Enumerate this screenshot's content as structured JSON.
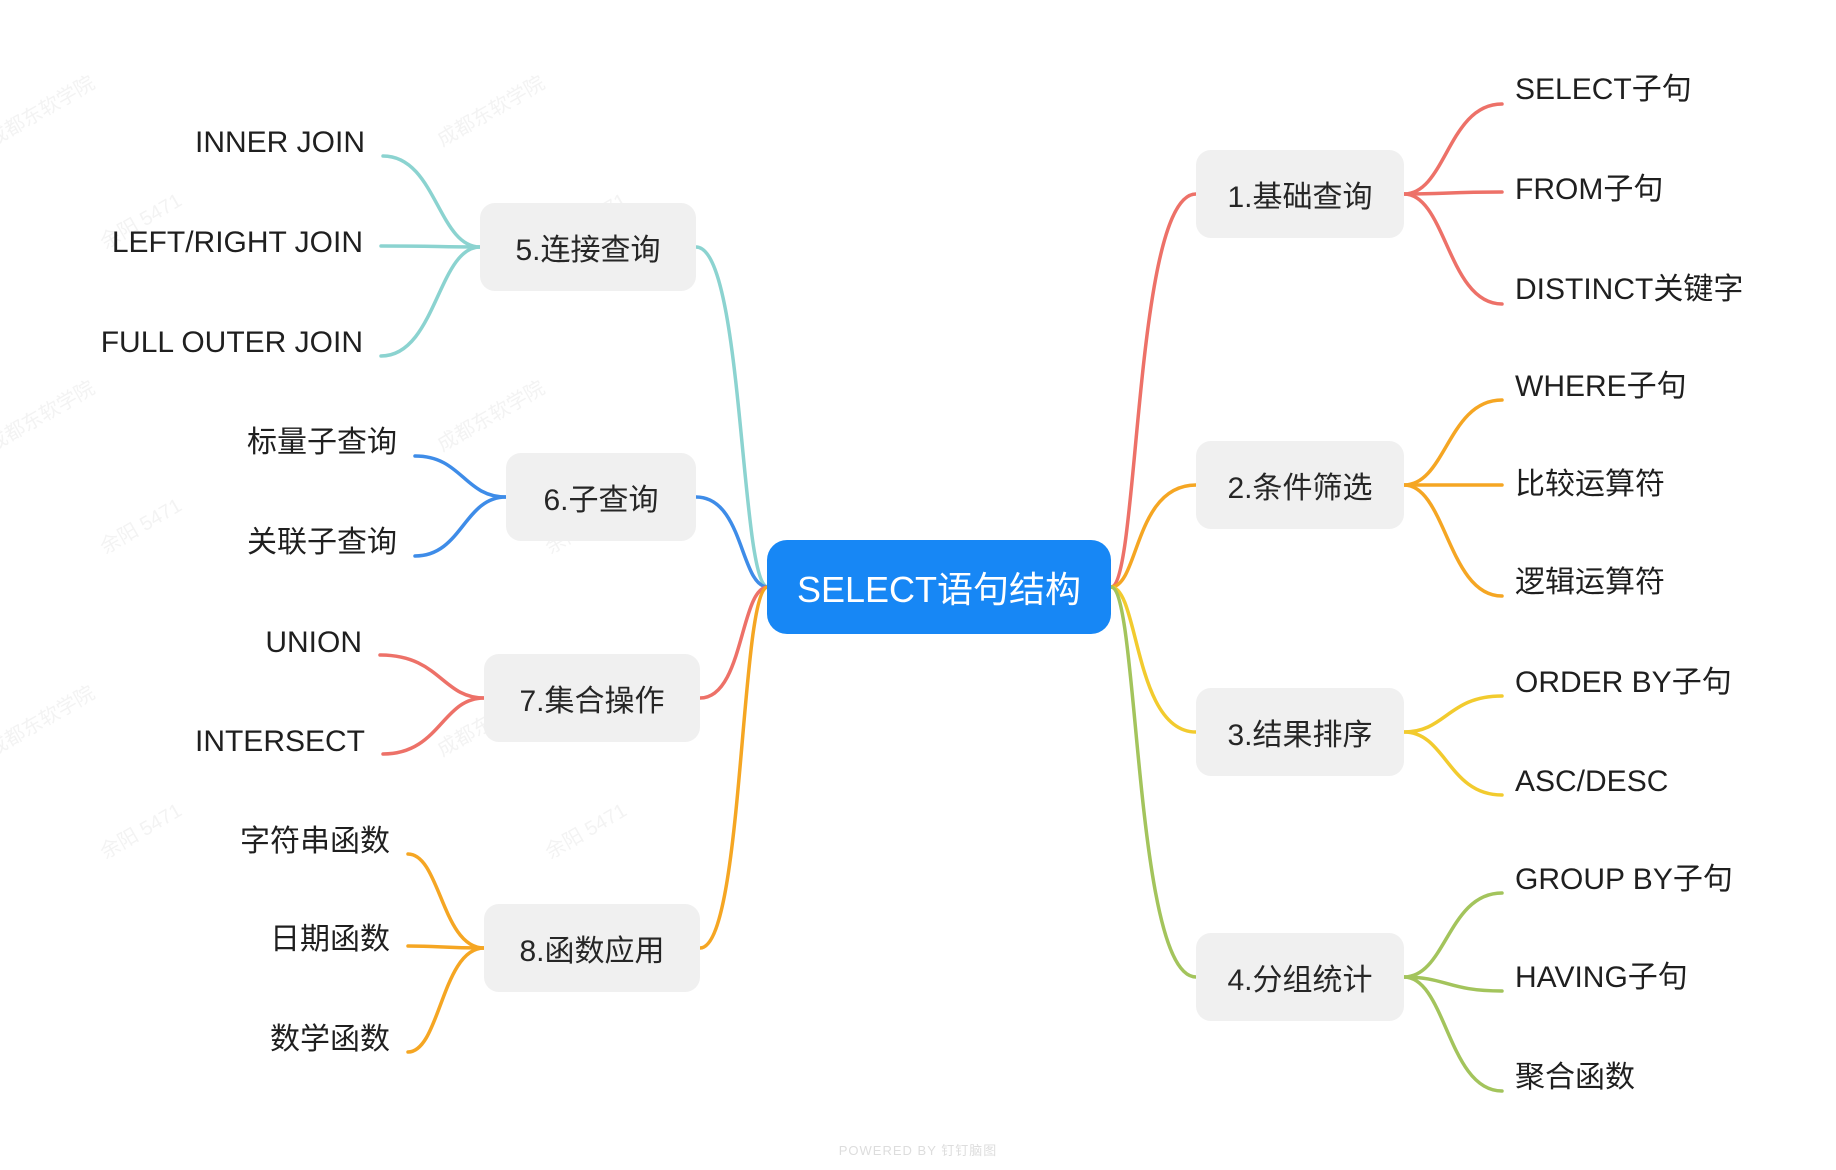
{
  "root": {
    "label": "SELECT语句结构",
    "color": "#1787F5"
  },
  "node_bg_color": "#F0F0F0",
  "branches": [
    {
      "label": "1.基础查询",
      "color": "#ED7168",
      "side": "right",
      "children": [
        "SELECT子句",
        "FROM子句",
        "DISTINCT关键字"
      ]
    },
    {
      "label": "2.条件筛选",
      "color": "#F5A623",
      "side": "right",
      "children": [
        "WHERE子句",
        "比较运算符",
        "逻辑运算符"
      ]
    },
    {
      "label": "3.结果排序",
      "color": "#F2CB2E",
      "side": "right",
      "children": [
        "ORDER BY子句",
        "ASC/DESC"
      ]
    },
    {
      "label": "4.分组统计",
      "color": "#A3C45C",
      "side": "right",
      "children": [
        "GROUP BY子句",
        "HAVING子句",
        "聚合函数"
      ]
    },
    {
      "label": "5.连接查询",
      "color": "#8BD3D0",
      "side": "left",
      "children": [
        "INNER JOIN",
        "LEFT/RIGHT JOIN",
        "FULL OUTER JOIN"
      ]
    },
    {
      "label": "6.子查询",
      "color": "#3E8CE8",
      "side": "left",
      "children": [
        "标量子查询",
        "关联子查询"
      ]
    },
    {
      "label": "7.集合操作",
      "color": "#ED7168",
      "side": "left",
      "children": [
        "UNION",
        "INTERSECT"
      ]
    },
    {
      "label": "8.函数应用",
      "color": "#F5A623",
      "side": "left",
      "children": [
        "字符串函数",
        "日期函数",
        "数学函数"
      ]
    }
  ],
  "watermark": {
    "line1": "成都东软学院",
    "line2": "余阳 5471"
  },
  "footer": {
    "text": "POWERED BY 钉钉脑图"
  }
}
